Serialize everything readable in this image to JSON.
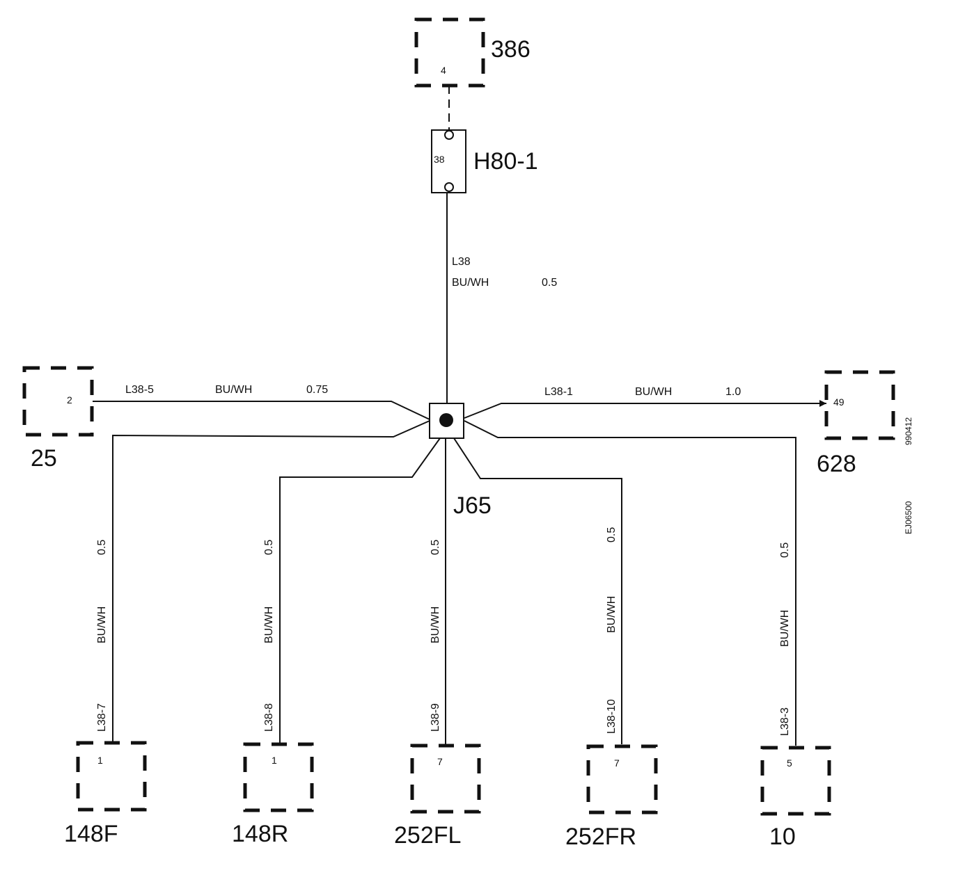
{
  "connectors": {
    "c386": {
      "id": "386",
      "pin": "4"
    },
    "c25": {
      "id": "25",
      "pin": "2"
    },
    "c628": {
      "id": "628",
      "pin": "49"
    },
    "c148f": {
      "id": "148F",
      "pin": "1"
    },
    "c148r": {
      "id": "148R",
      "pin": "1"
    },
    "c252fl": {
      "id": "252FL",
      "pin": "7"
    },
    "c252fr": {
      "id": "252FR",
      "pin": "7"
    },
    "c10": {
      "id": "10",
      "pin": "5"
    }
  },
  "inline_connector": {
    "id": "H80-1",
    "pin": "38"
  },
  "splice": {
    "id": "J65"
  },
  "wires": {
    "top": {
      "circuit": "L38",
      "color": "BU/WH",
      "size": "0.5"
    },
    "left": {
      "circuit": "L38-5",
      "color": "BU/WH",
      "size": "0.75"
    },
    "right": {
      "circuit": "L38-1",
      "color": "BU/WH",
      "size": "1.0"
    },
    "w148f": {
      "circuit": "L38-7",
      "color": "BU/WH",
      "size": "0.5"
    },
    "w148r": {
      "circuit": "L38-8",
      "color": "BU/WH",
      "size": "0.5"
    },
    "w252fl": {
      "circuit": "L38-9",
      "color": "BU/WH",
      "size": "0.5"
    },
    "w252fr": {
      "circuit": "L38-10",
      "color": "BU/WH",
      "size": "0.5"
    },
    "w10": {
      "circuit": "L38-3",
      "color": "BU/WH",
      "size": "0.5"
    }
  },
  "side_codes": {
    "code1": "990412",
    "code2": "EJ06500"
  }
}
